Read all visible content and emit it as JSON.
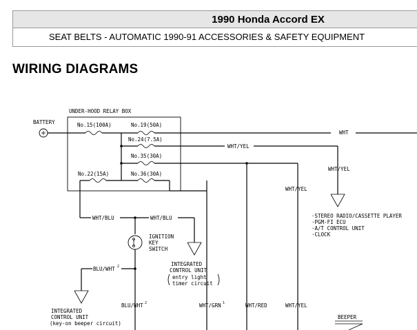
{
  "header": {
    "title": "1990 Honda Accord EX",
    "subtitle": "SEAT BELTS - AUTOMATIC 1990-91 ACCESSORIES & SAFETY EQUIPMENT"
  },
  "section_heading": "WIRING DIAGRAMS",
  "diagram": {
    "box_label": "UNDER-HOOD RELAY BOX",
    "battery": "BATTERY",
    "fuses": {
      "f15": "No.15(100A)",
      "f19": "No.19(50A)",
      "f24": "No.24(7.5A)",
      "f35": "No.35(30A)",
      "f22": "No.22(15A)",
      "f36": "No.36(30A)"
    },
    "wires": {
      "wht_top": "WHT",
      "wht_yel_mid": "WHT/YEL",
      "wht_yel_right": "WHT/YEL",
      "wht_yel_left": "WHT/YEL",
      "wht_blu_1": "WHT/BLU",
      "wht_blu_2": "WHT/BLU",
      "blu_wht_1": "BLU/WHT",
      "blu_wht_2": "BLU/WHT",
      "wht_grn": "WHT/GRN",
      "wht_red": "WHT/RED",
      "wht_yel_bottom": "WHT/YEL"
    },
    "superscripts": {
      "s2a": "2",
      "s2b": "2",
      "s1": "1"
    },
    "ignition": [
      "IGNITION",
      "KEY",
      "SWITCH"
    ],
    "icu_entry": [
      "INTEGRATED",
      "CONTROL UNIT",
      "entry light",
      "timer circuit"
    ],
    "icu_key": [
      "INTEGRATED",
      "CONTROL UNIT",
      "(key-on beeper circuit)"
    ],
    "stereo_list": [
      "·STEREO RADIO/CASSETTE PLAYER",
      "·PGM-FI ECU",
      "·A/T CONTROL UNIT",
      "·CLOCK"
    ],
    "beeper": "BEEPER"
  }
}
